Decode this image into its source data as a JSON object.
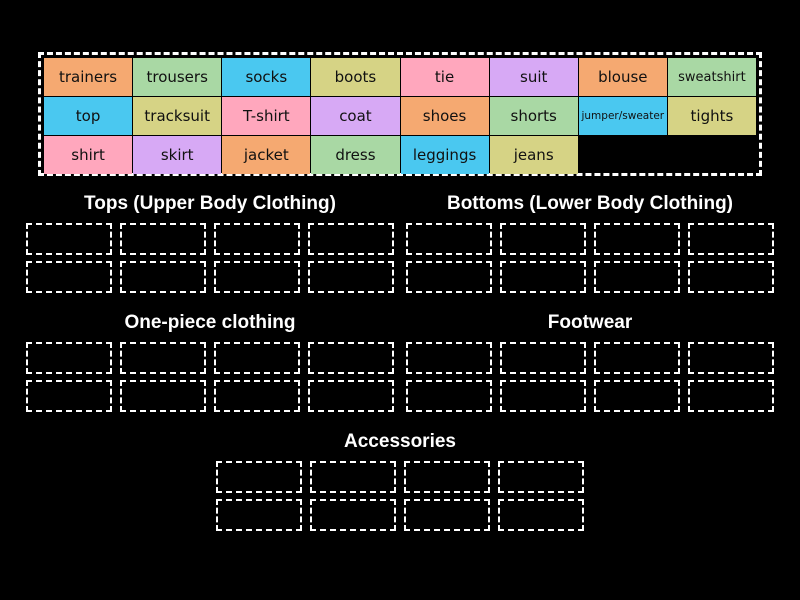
{
  "activity": {
    "type": "group-sort",
    "background_color": "#000000",
    "palette": {
      "orange": "#f5a971",
      "cyan": "#4ac8f0",
      "pink": "#ffa7bd",
      "green": "#a9d8a4",
      "olive": "#d6d385",
      "lavender": "#d7a9f5",
      "outline": "#ffffff",
      "tile_text": "#111111",
      "title_text": "#ffffff"
    }
  },
  "word_bank": {
    "name": "word-bank",
    "columns": 8,
    "rows": 3,
    "tiles": [
      {
        "label": "trainers",
        "color": "#f5a971",
        "size": "normal"
      },
      {
        "label": "trousers",
        "color": "#a9d8a4",
        "size": "normal"
      },
      {
        "label": "socks",
        "color": "#4ac8f0",
        "size": "normal"
      },
      {
        "label": "boots",
        "color": "#d6d385",
        "size": "normal"
      },
      {
        "label": "tie",
        "color": "#ffa7bd",
        "size": "normal"
      },
      {
        "label": "suit",
        "color": "#d7a9f5",
        "size": "normal"
      },
      {
        "label": "blouse",
        "color": "#f5a971",
        "size": "normal"
      },
      {
        "label": "sweatshirt",
        "color": "#a9d8a4",
        "size": "tiny"
      },
      {
        "label": "top",
        "color": "#4ac8f0",
        "size": "normal"
      },
      {
        "label": "tracksuit",
        "color": "#d6d385",
        "size": "normal"
      },
      {
        "label": "T-shirt",
        "color": "#ffa7bd",
        "size": "normal"
      },
      {
        "label": "coat",
        "color": "#d7a9f5",
        "size": "normal"
      },
      {
        "label": "shoes",
        "color": "#f5a971",
        "size": "normal"
      },
      {
        "label": "shorts",
        "color": "#a9d8a4",
        "size": "normal"
      },
      {
        "label": "jumper/sweater",
        "color": "#4ac8f0",
        "size": "small"
      },
      {
        "label": "tights",
        "color": "#d6d385",
        "size": "normal"
      },
      {
        "label": "shirt",
        "color": "#ffa7bd",
        "size": "normal"
      },
      {
        "label": "skirt",
        "color": "#d7a9f5",
        "size": "normal"
      },
      {
        "label": "jacket",
        "color": "#f5a971",
        "size": "normal"
      },
      {
        "label": "dress",
        "color": "#a9d8a4",
        "size": "normal"
      },
      {
        "label": "leggings",
        "color": "#4ac8f0",
        "size": "normal"
      },
      {
        "label": "jeans",
        "color": "#d6d385",
        "size": "normal"
      },
      {
        "label": "",
        "color": "",
        "size": "empty"
      },
      {
        "label": "",
        "color": "",
        "size": "empty"
      }
    ]
  },
  "categories": [
    {
      "id": "tops",
      "title": "Tops (Upper Body Clothing)",
      "slot_count": 8,
      "slots": [
        "",
        "",
        "",
        "",
        "",
        "",
        "",
        ""
      ]
    },
    {
      "id": "bottoms",
      "title": "Bottoms (Lower Body Clothing)",
      "slot_count": 8,
      "slots": [
        "",
        "",
        "",
        "",
        "",
        "",
        "",
        ""
      ]
    },
    {
      "id": "onepiece",
      "title": "One-piece clothing",
      "slot_count": 8,
      "slots": [
        "",
        "",
        "",
        "",
        "",
        "",
        "",
        ""
      ]
    },
    {
      "id": "footwear",
      "title": "Footwear",
      "slot_count": 8,
      "slots": [
        "",
        "",
        "",
        "",
        "",
        "",
        "",
        ""
      ]
    },
    {
      "id": "accessories",
      "title": "Accessories",
      "slot_count": 8,
      "slots": [
        "",
        "",
        "",
        "",
        "",
        "",
        "",
        ""
      ]
    }
  ]
}
